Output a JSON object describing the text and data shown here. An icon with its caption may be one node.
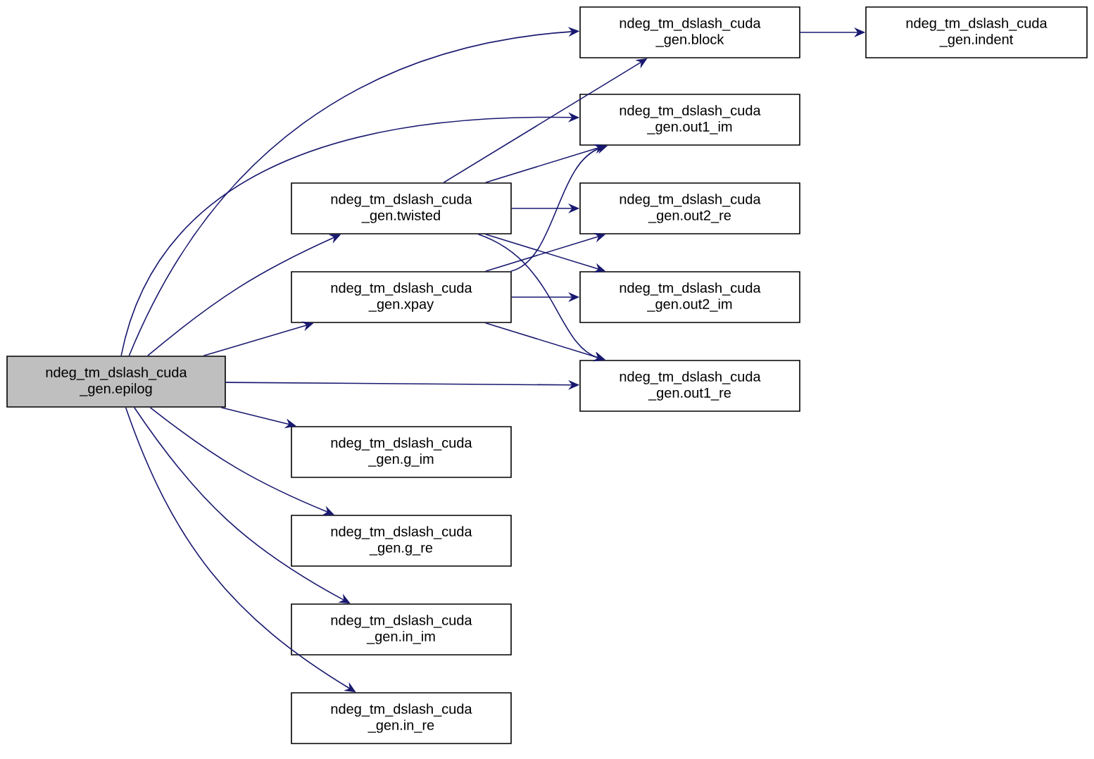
{
  "diagram": {
    "nodes": [
      {
        "text": [
          "ndeg_tm_dslash_cuda _gen.epilog"
        ]
      },
      {
        "text": [
          "ndeg_tm_dslash_cuda _gen.block"
        ]
      },
      {
        "text": [
          "ndeg_tm_dslash_cuda _gen.indent"
        ]
      },
      {
        "text": [
          "ndeg_tm_dslash_cuda _gen.out1_im"
        ]
      },
      {
        "text": [
          "ndeg_tm_dslash_cuda _gen.twisted"
        ]
      },
      {
        "text": [
          "ndeg_tm_dslash_cuda _gen.out2_re"
        ]
      },
      {
        "text": [
          "ndeg_tm_dslash_cuda _gen.xpay"
        ]
      },
      {
        "text": [
          "ndeg_tm_dslash_cuda _gen.out2_im"
        ]
      },
      {
        "text": [
          "ndeg_tm_dslash_cuda _gen.out1_re"
        ]
      },
      {
        "text": [
          "ndeg_tm_dslash_cuda _gen.g_im"
        ]
      },
      {
        "text": [
          "ndeg_tm_dslash_cuda _gen.g_re"
        ]
      },
      {
        "text": [
          "ndeg_tm_dslash_cuda _gen.in_im"
        ]
      },
      {
        "text": [
          "ndeg_tm_dslash_cuda _gen.in_re"
        ]
      }
    ],
    "edges": [
      {
        "from": 0,
        "to": 1,
        "arrow": "to"
      },
      {
        "from": 0,
        "to": 3,
        "arrow": "to"
      },
      {
        "from": 0,
        "to": 4,
        "arrow": "to"
      },
      {
        "from": 0,
        "to": 6,
        "arrow": "to"
      },
      {
        "from": 0,
        "to": 8,
        "arrow": "to"
      },
      {
        "from": 0,
        "to": 9,
        "arrow": "to"
      },
      {
        "from": 0,
        "to": 10,
        "arrow": "to"
      },
      {
        "from": 0,
        "to": 11,
        "arrow": "to"
      },
      {
        "from": 0,
        "to": 12,
        "arrow": "to"
      },
      {
        "from": 4,
        "to": 1,
        "arrow": "to"
      },
      {
        "from": 4,
        "to": 3,
        "arrow": "to"
      },
      {
        "from": 4,
        "to": 5,
        "arrow": "to"
      },
      {
        "from": 4,
        "to": 7,
        "arrow": "to"
      },
      {
        "from": 4,
        "to": 8,
        "arrow": "to"
      },
      {
        "from": 6,
        "to": 3,
        "arrow": "to"
      },
      {
        "from": 6,
        "to": 5,
        "arrow": "to"
      },
      {
        "from": 6,
        "to": 7,
        "arrow": "to"
      },
      {
        "from": 6,
        "to": 8,
        "arrow": "to"
      },
      {
        "from": 1,
        "to": 2,
        "arrow": "to"
      }
    ]
  }
}
